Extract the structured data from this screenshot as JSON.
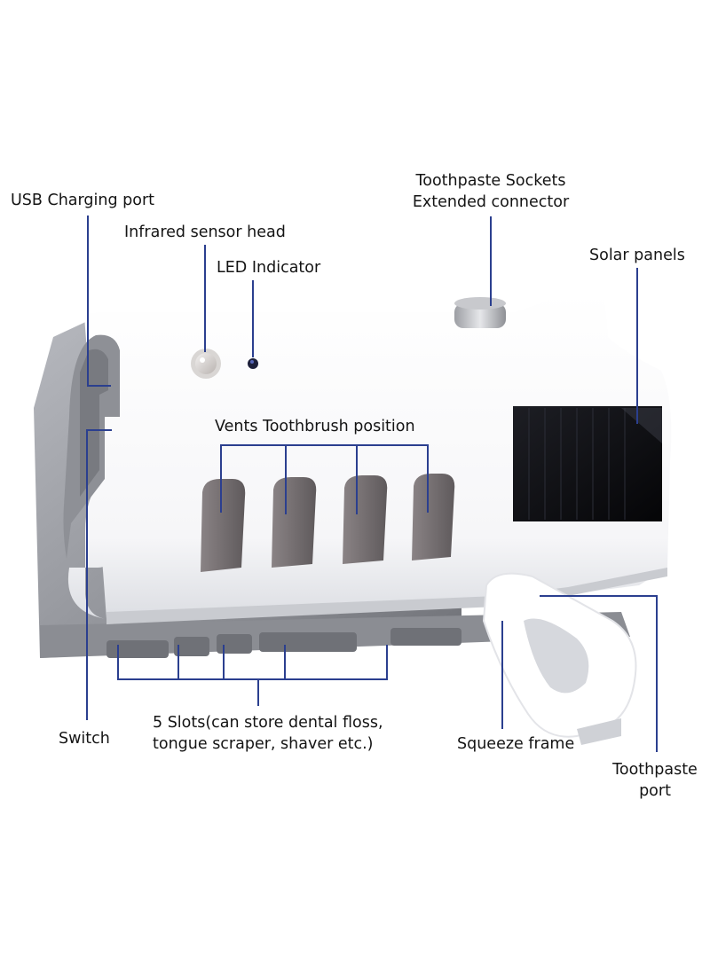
{
  "diagram": {
    "colors": {
      "leader_line": "#2b3f8f",
      "body_white": "#ffffff",
      "body_shadow": "#d7d9de",
      "back_plate": "#9a9ca2",
      "back_plate_dark": "#6f7177",
      "slot_dark": "#6b6668",
      "solar_panel": "#101014",
      "text": "#141414"
    },
    "labels": {
      "usb_port": "USB Charging port",
      "infrared": "Infrared sensor head",
      "led": "LED Indicator",
      "sockets_line1": "Toothpaste Sockets",
      "sockets_line2": "Extended connector",
      "solar": "Solar panels",
      "vents": "Vents Toothbrush position",
      "switch": "Switch",
      "slots_line1": "5 Slots(can store dental floss,",
      "slots_line2": "tongue scraper, shaver etc.)",
      "squeeze": "Squeeze frame",
      "port_line1": "Toothpaste",
      "port_line2": "port"
    }
  }
}
